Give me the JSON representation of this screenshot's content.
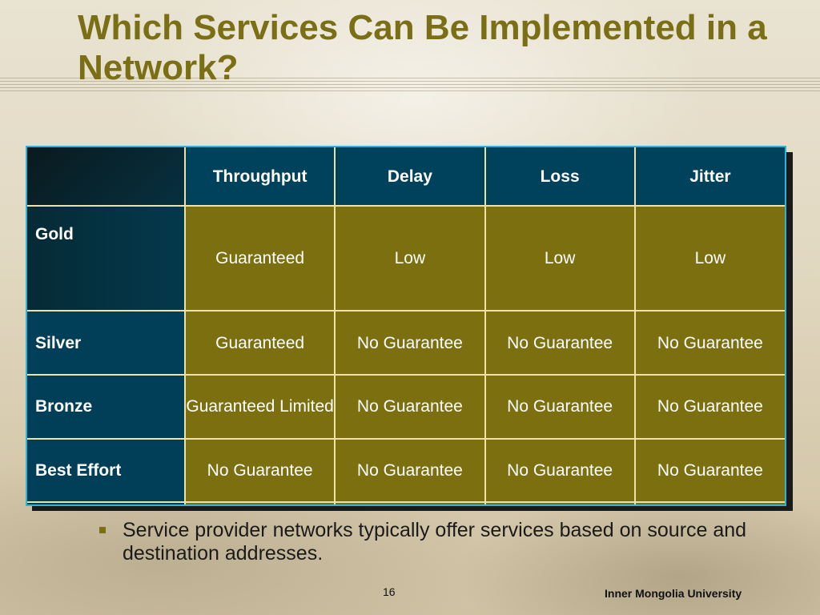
{
  "slide": {
    "title": "Which Services Can Be Implemented in a Network?",
    "page_number": "16",
    "footer": "Inner Mongolia University",
    "bullet": "Service provider networks typically offer services based on source and destination addresses."
  },
  "table": {
    "headers": [
      "",
      "Throughput",
      "Delay",
      "Loss",
      "Jitter"
    ],
    "rows": [
      {
        "label": "Gold",
        "cells": [
          "Guaranteed",
          "Low",
          "Low",
          "Low"
        ]
      },
      {
        "label": "Silver",
        "cells": [
          "Guaranteed",
          "No Guarantee",
          "No Guarantee",
          "No Guarantee"
        ]
      },
      {
        "label": "Bronze",
        "cells": [
          "Guaranteed Limited",
          "No Guarantee",
          "No Guarantee",
          "No Guarantee"
        ]
      },
      {
        "label": "Best Effort",
        "cells": [
          "No Guarantee",
          "No Guarantee",
          "No Guarantee",
          "No Guarantee"
        ]
      },
      {
        "label": "",
        "cells": [
          "",
          "",
          "",
          ""
        ]
      }
    ]
  },
  "colors": {
    "title": "#7a6f14",
    "header_fill": "#00425b",
    "cell_fill": "#7b6f0f",
    "grid_line": "#efe2a6",
    "table_border": "#2eb2d8"
  }
}
